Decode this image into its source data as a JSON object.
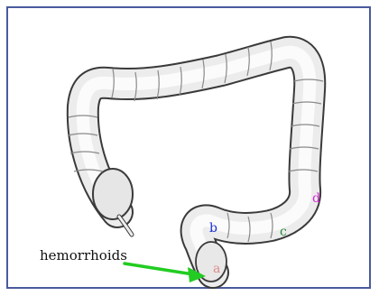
{
  "labels": {
    "a": "a",
    "b": "b",
    "c": "c",
    "d": "d"
  },
  "caption": "hemorrhoids",
  "colors": {
    "border": "#4a5a9c",
    "label_a": "#e08a8a",
    "label_b": "#1a2fd6",
    "label_c": "#2a8a3a",
    "label_d": "#d22ad2",
    "arrow": "#22cc22"
  }
}
